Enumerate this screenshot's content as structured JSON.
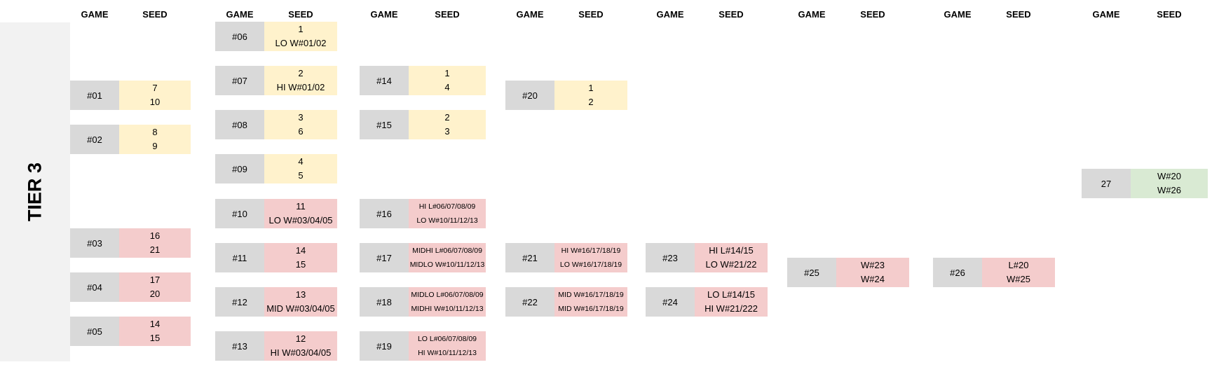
{
  "tier_label": "TIER 3",
  "headers": [
    {
      "game": "GAME",
      "seed": "SEED"
    },
    {
      "game": "GAME",
      "seed": "SEED"
    },
    {
      "game": "GAME",
      "seed": "SEED"
    },
    {
      "game": "GAME",
      "seed": "SEED"
    },
    {
      "game": "GAME",
      "seed": "SEED"
    },
    {
      "game": "GAME",
      "seed": "SEED"
    },
    {
      "game": "GAME",
      "seed": "SEED"
    },
    {
      "game": "GAME",
      "seed": "SEED"
    }
  ],
  "colors": {
    "yellow": "#fff2cc",
    "red": "#f4cccc",
    "green": "#d9ead3",
    "gray": "#d9d9d9"
  },
  "games": [
    {
      "id": "#01",
      "seed1": "7",
      "seed2": "10",
      "color": "yellow"
    },
    {
      "id": "#02",
      "seed1": "8",
      "seed2": "9",
      "color": "yellow"
    },
    {
      "id": "#03",
      "seed1": "16",
      "seed2": "21",
      "color": "red"
    },
    {
      "id": "#04",
      "seed1": "17",
      "seed2": "20",
      "color": "red"
    },
    {
      "id": "#05",
      "seed1": "14",
      "seed2": "15",
      "color": "red"
    },
    {
      "id": "#06",
      "seed1": "1",
      "seed2": "LO W#01/02",
      "color": "yellow"
    },
    {
      "id": "#07",
      "seed1": "2",
      "seed2": "HI W#01/02",
      "color": "yellow"
    },
    {
      "id": "#08",
      "seed1": "3",
      "seed2": "6",
      "color": "yellow"
    },
    {
      "id": "#09",
      "seed1": "4",
      "seed2": "5",
      "color": "yellow"
    },
    {
      "id": "#10",
      "seed1": "11",
      "seed2": "LO W#03/04/05",
      "color": "red"
    },
    {
      "id": "#11",
      "seed1": "14",
      "seed2": "15",
      "color": "red"
    },
    {
      "id": "#12",
      "seed1": "13",
      "seed2": "MID W#03/04/05",
      "color": "red"
    },
    {
      "id": "#13",
      "seed1": "12",
      "seed2": "HI W#03/04/05",
      "color": "red"
    },
    {
      "id": "#14",
      "seed1": "1",
      "seed2": "4",
      "color": "yellow"
    },
    {
      "id": "#15",
      "seed1": "2",
      "seed2": "3",
      "color": "yellow"
    },
    {
      "id": "#16",
      "seed1": "HI L#06/07/08/09",
      "seed2": "LO W#10/11/12/13",
      "color": "red"
    },
    {
      "id": "#17",
      "seed1": "MIDHI L#06/07/08/09",
      "seed2": "MIDLO W#10/11/12/13",
      "color": "red"
    },
    {
      "id": "#18",
      "seed1": "MIDLO L#06/07/08/09",
      "seed2": "MIDHI W#10/11/12/13",
      "color": "red"
    },
    {
      "id": "#19",
      "seed1": "LO L#06/07/08/09",
      "seed2": "HI W#10/11/12/13",
      "color": "red"
    },
    {
      "id": "#20",
      "seed1": "1",
      "seed2": "2",
      "color": "yellow"
    },
    {
      "id": "#21",
      "seed1": "HI W#16/17/18/19",
      "seed2": "LO W#16/17/18/19",
      "color": "red"
    },
    {
      "id": "#22",
      "seed1": "MID W#16/17/18/19",
      "seed2": "MID W#16/17/18/19",
      "color": "red"
    },
    {
      "id": "#23",
      "seed1": "HI L#14/15",
      "seed2": "LO W#21/22",
      "color": "red"
    },
    {
      "id": "#24",
      "seed1": "LO L#14/15",
      "seed2": "HI W#21/222",
      "color": "red"
    },
    {
      "id": "#25",
      "seed1": "W#23",
      "seed2": "W#24",
      "color": "red"
    },
    {
      "id": "#26",
      "seed1": "L#20",
      "seed2": "W#25",
      "color": "red"
    },
    {
      "id": "27",
      "seed1": "W#20",
      "seed2": "W#26",
      "color": "green"
    }
  ]
}
